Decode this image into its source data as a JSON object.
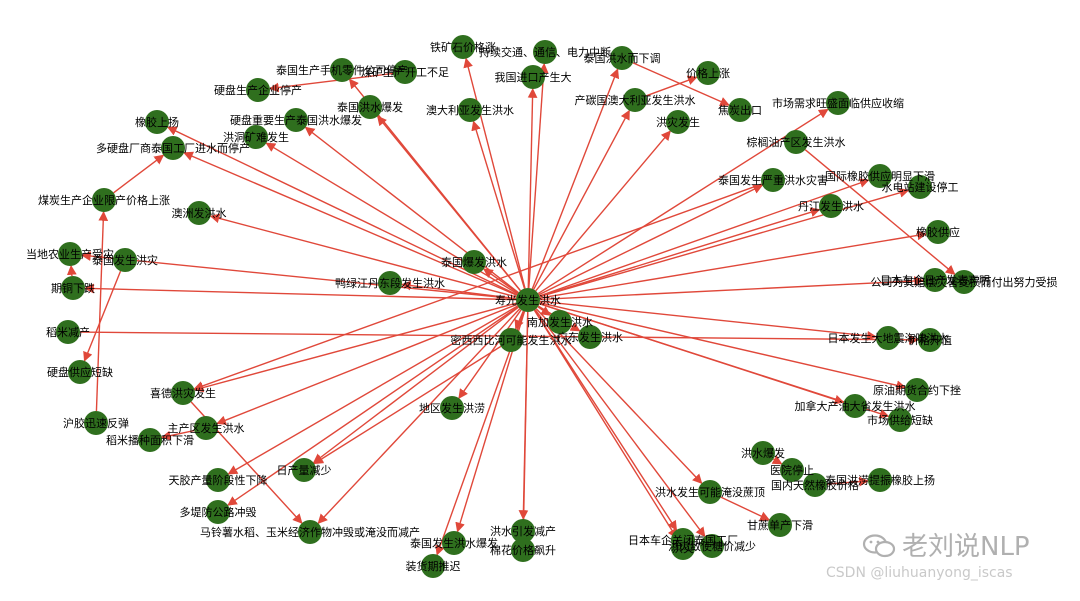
{
  "graph": {
    "node_color": "#2f6f1e",
    "edge_color": "#e0483a",
    "label_color": "#000000",
    "nodes": [
      {
        "id": "hub",
        "label": "寿光发生洪水"
      },
      {
        "id": "n1",
        "label": "铁矿石价格涨"
      },
      {
        "id": "n2",
        "label": "持续交通、通信、电力中断"
      },
      {
        "id": "n3",
        "label": "泰国洪水而下调"
      },
      {
        "id": "n4",
        "label": "价格上涨"
      },
      {
        "id": "n5",
        "label": "泰国生产手机零件公司停产"
      },
      {
        "id": "n6",
        "label": "煤矿生产开工不足"
      },
      {
        "id": "n7",
        "label": "我国进口产生大"
      },
      {
        "id": "n8",
        "label": "硬盘生产企业停产"
      },
      {
        "id": "n9",
        "label": "泰国洪水爆发"
      },
      {
        "id": "n10",
        "label": "澳大利亚发生洪水"
      },
      {
        "id": "n11",
        "label": "产碳国澳大利亚发生洪水"
      },
      {
        "id": "n12",
        "label": "焦炭出口"
      },
      {
        "id": "n13",
        "label": "市场需求旺盛面临供应收缩"
      },
      {
        "id": "n14",
        "label": "橡胶上扬"
      },
      {
        "id": "n15",
        "label": "硬盘重要生产泰国洪水爆发"
      },
      {
        "id": "n16",
        "label": "洪洞矿难发生"
      },
      {
        "id": "n17",
        "label": "洪灾发生"
      },
      {
        "id": "n18",
        "label": "棕榈油产区发生洪水"
      },
      {
        "id": "n19",
        "label": "多硬盘厂商泰国工厂进水而停产"
      },
      {
        "id": "n20",
        "label": "泰国发生严重洪水灾害"
      },
      {
        "id": "n21",
        "label": "国际橡胶供应明显下滑"
      },
      {
        "id": "n22",
        "label": "水电站建设停工"
      },
      {
        "id": "n23",
        "label": "煤炭生产企业限产价格上涨"
      },
      {
        "id": "n24",
        "label": "丹江发生洪水"
      },
      {
        "id": "n25",
        "label": "澳洲发洪水"
      },
      {
        "id": "n26",
        "label": "橡胶供应"
      },
      {
        "id": "n27",
        "label": "当地农业生产受灾"
      },
      {
        "id": "n28",
        "label": "泰国发生洪灾"
      },
      {
        "id": "n29",
        "label": "泰国爆发洪水"
      },
      {
        "id": "n30",
        "label": "日本车企日产发表声明"
      },
      {
        "id": "n31",
        "label": "公司为其赔偿灾害受损而付出努力受损"
      },
      {
        "id": "n32",
        "label": "期铜下跌"
      },
      {
        "id": "n33",
        "label": "鸭绿江丹东段发生洪水"
      },
      {
        "id": "n34",
        "label": "稻米减产"
      },
      {
        "id": "n35",
        "label": "南加发生洪水"
      },
      {
        "id": "n36",
        "label": "日本发生大地震海啸洪水"
      },
      {
        "id": "n37",
        "label": "价格升值"
      },
      {
        "id": "n38",
        "label": "密西西比河可能发生洪水"
      },
      {
        "id": "n39",
        "label": "广东发生洪水"
      },
      {
        "id": "n40",
        "label": "硬盘供应短缺"
      },
      {
        "id": "n41",
        "label": "原油期货合约下挫"
      },
      {
        "id": "n42",
        "label": "喜德洪灾发生"
      },
      {
        "id": "n43",
        "label": "地区发生洪涝"
      },
      {
        "id": "n44",
        "label": "加拿大产油大省发生洪水"
      },
      {
        "id": "n45",
        "label": "沪胶迅速反弹"
      },
      {
        "id": "n46",
        "label": "市场供给短缺"
      },
      {
        "id": "n47",
        "label": "主产区发生洪水"
      },
      {
        "id": "n48",
        "label": "稻米播种面积下滑"
      },
      {
        "id": "n49",
        "label": "洪水爆发"
      },
      {
        "id": "n50",
        "label": "医院停止"
      },
      {
        "id": "n51",
        "label": "日产量减少"
      },
      {
        "id": "n52",
        "label": "国内天然橡胶价格"
      },
      {
        "id": "n53",
        "label": "泰国洪涝提振橡胶上扬"
      },
      {
        "id": "n54",
        "label": "天胶产量阶段性下降"
      },
      {
        "id": "n55",
        "label": "洪水发生可能淹没蔗顶"
      },
      {
        "id": "n56",
        "label": "多堤防公路冲毁"
      },
      {
        "id": "n57",
        "label": "甘蔗单产下滑"
      },
      {
        "id": "n58",
        "label": "马铃薯水稻、玉米经济作物冲毁或淹没而减产"
      },
      {
        "id": "n59",
        "label": "洪水引发减产"
      },
      {
        "id": "n60",
        "label": "日本车企关闭泰国工厂"
      },
      {
        "id": "n61",
        "label": "泰国发生洪水爆发"
      },
      {
        "id": "n62",
        "label": "棉花价格飙升"
      },
      {
        "id": "n63",
        "label": "洪灾致使糖价减少"
      },
      {
        "id": "n64",
        "label": "装货期推迟"
      },
      {
        "id": "n65",
        "label": "洪灾"
      }
    ]
  },
  "watermark": {
    "primary": "老刘说NLP",
    "secondary": "CSDN @liuhuanyong_iscas"
  }
}
